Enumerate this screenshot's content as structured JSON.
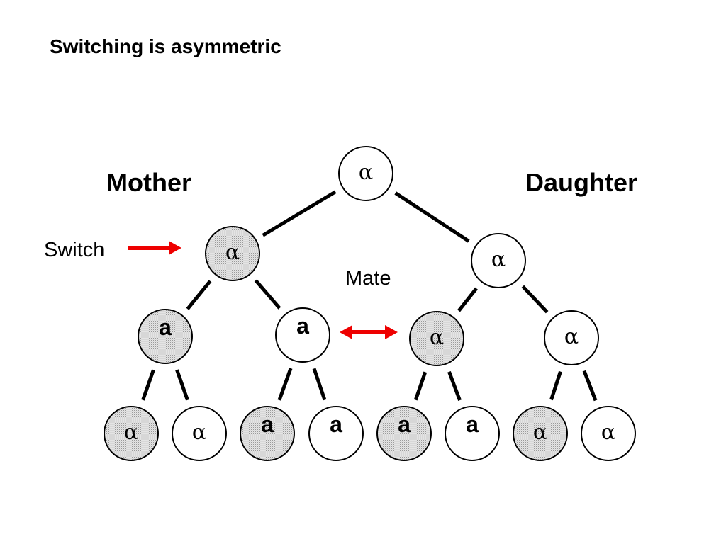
{
  "title": "Switching is asymmetric",
  "labels": {
    "mother": "Mother",
    "daughter": "Daughter",
    "switch": "Switch",
    "mate": "Mate"
  },
  "colors": {
    "arrow": "#ee0000",
    "stroke": "#000000",
    "shaded_fill": "#d9d9d9",
    "plain_fill": "#ffffff"
  },
  "nodes": [
    {
      "id": "root",
      "label": "α",
      "shaded": false
    },
    {
      "id": "mother",
      "label": "α",
      "shaded": true
    },
    {
      "id": "daughter",
      "label": "α",
      "shaded": false
    },
    {
      "id": "mm",
      "label": "a",
      "shaded": true
    },
    {
      "id": "md",
      "label": "a",
      "shaded": false
    },
    {
      "id": "dm",
      "label": "α",
      "shaded": true
    },
    {
      "id": "dd",
      "label": "α",
      "shaded": false
    },
    {
      "id": "l1",
      "label": "α",
      "shaded": true
    },
    {
      "id": "l2",
      "label": "α",
      "shaded": false
    },
    {
      "id": "l3",
      "label": "a",
      "shaded": true
    },
    {
      "id": "l4",
      "label": "a",
      "shaded": false
    },
    {
      "id": "l5",
      "label": "a",
      "shaded": true
    },
    {
      "id": "l6",
      "label": "a",
      "shaded": false
    },
    {
      "id": "l7",
      "label": "α",
      "shaded": true
    },
    {
      "id": "l8",
      "label": "α",
      "shaded": false
    }
  ],
  "edges": [
    [
      "root",
      "mother"
    ],
    [
      "root",
      "daughter"
    ],
    [
      "mother",
      "mm"
    ],
    [
      "mother",
      "md"
    ],
    [
      "daughter",
      "dm"
    ],
    [
      "daughter",
      "dd"
    ],
    [
      "mm",
      "l1"
    ],
    [
      "mm",
      "l2"
    ],
    [
      "md",
      "l3"
    ],
    [
      "md",
      "l4"
    ],
    [
      "dm",
      "l5"
    ],
    [
      "dm",
      "l6"
    ],
    [
      "dd",
      "l7"
    ],
    [
      "dd",
      "l8"
    ]
  ]
}
